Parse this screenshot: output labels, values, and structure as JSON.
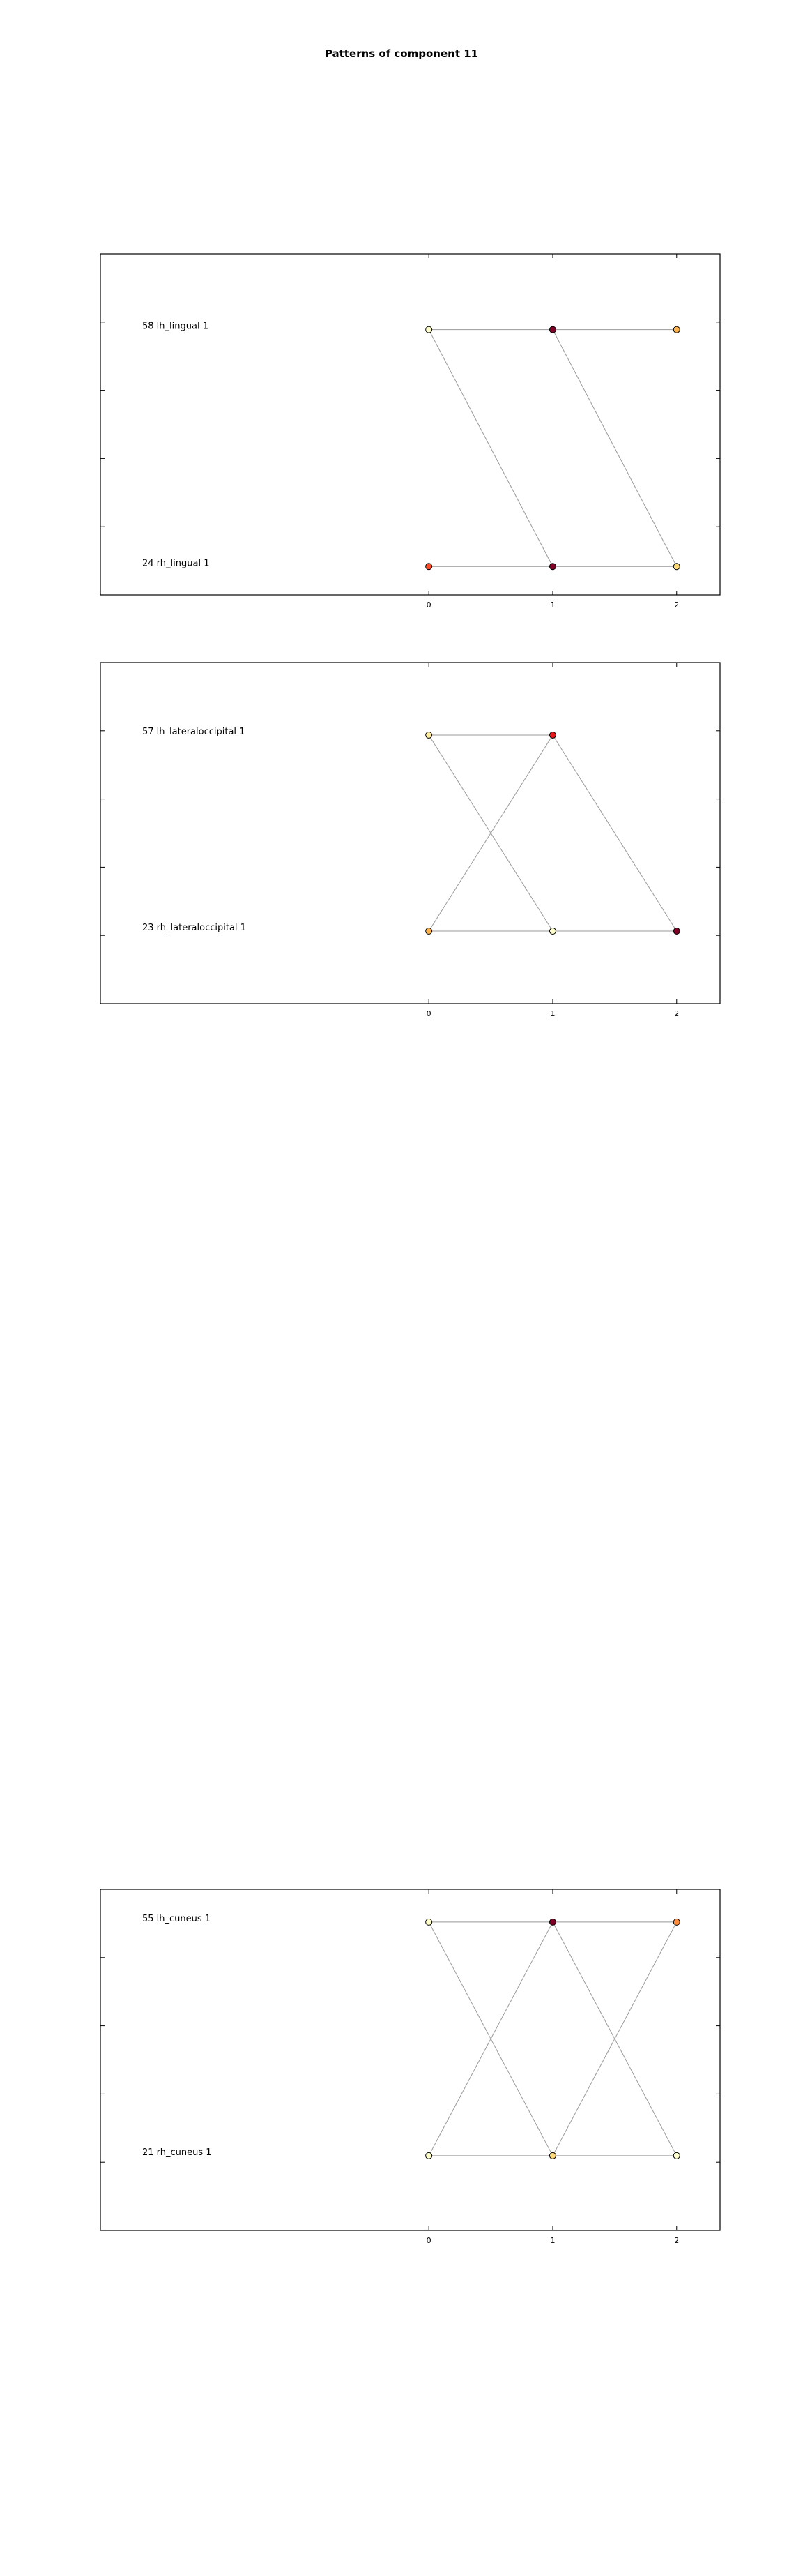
{
  "figure": {
    "title": "Patterns of component 11"
  },
  "colors": {
    "edge": "#999999",
    "frame": "#000000",
    "marker_outline": "#000000",
    "scale": [
      "#ffffcc",
      "#ffeda0",
      "#fed976",
      "#feb24c",
      "#fd8d3c",
      "#fc4e2a",
      "#e31a1c",
      "#bd0026",
      "#800026"
    ]
  },
  "chart_data": [
    {
      "type": "scatter",
      "title": "",
      "x_ticks": [
        0,
        1,
        2
      ],
      "xlim": [
        -2.65,
        2.35
      ],
      "ylim": [
        -0.12,
        1.32
      ],
      "row_labels": [
        "58 lh_lingual 1",
        "24 rh_lingual 1"
      ],
      "points": [
        {
          "x": 0,
          "row": 0,
          "color": "#ffffcc"
        },
        {
          "x": 1,
          "row": 0,
          "color": "#800026"
        },
        {
          "x": 2,
          "row": 0,
          "color": "#feb24c"
        },
        {
          "x": 0,
          "row": 1,
          "color": "#fc4e2a"
        },
        {
          "x": 1,
          "row": 1,
          "color": "#800026"
        },
        {
          "x": 2,
          "row": 1,
          "color": "#fed976"
        }
      ],
      "edges": [
        [
          0,
          1
        ],
        [
          1,
          2
        ],
        [
          3,
          4
        ],
        [
          4,
          5
        ],
        [
          0,
          4
        ],
        [
          1,
          5
        ]
      ]
    },
    {
      "type": "scatter",
      "title": "",
      "x_ticks": [
        0,
        1,
        2
      ],
      "xlim": [
        -2.65,
        2.35
      ],
      "ylim": [
        -0.37,
        1.37
      ],
      "row_labels": [
        "57 lh_lateraloccipital 1",
        "23 rh_lateraloccipital 1"
      ],
      "points": [
        {
          "x": 0,
          "row": 0,
          "color": "#ffeda0"
        },
        {
          "x": 1,
          "row": 0,
          "color": "#e31a1c"
        },
        {
          "x": 0,
          "row": 1,
          "color": "#feb24c"
        },
        {
          "x": 1,
          "row": 1,
          "color": "#ffffcc"
        },
        {
          "x": 2,
          "row": 1,
          "color": "#800026"
        }
      ],
      "edges": [
        [
          0,
          1
        ],
        [
          2,
          3
        ],
        [
          3,
          4
        ],
        [
          0,
          3
        ],
        [
          2,
          1
        ],
        [
          1,
          4
        ]
      ]
    },
    {
      "type": "scatter",
      "title": "",
      "x_ticks": [
        0,
        1,
        2
      ],
      "xlim": [
        -2.65,
        2.35
      ],
      "ylim": [
        -0.32,
        1.14
      ],
      "row_labels": [
        "55 lh_cuneus 1",
        "21 rh_cuneus 1"
      ],
      "points": [
        {
          "x": 0,
          "row": 0,
          "color": "#ffffcc"
        },
        {
          "x": 1,
          "row": 0,
          "color": "#800026"
        },
        {
          "x": 2,
          "row": 0,
          "color": "#fd8d3c"
        },
        {
          "x": 0,
          "row": 1,
          "color": "#ffffcc"
        },
        {
          "x": 1,
          "row": 1,
          "color": "#fed976"
        },
        {
          "x": 2,
          "row": 1,
          "color": "#ffffcc"
        }
      ],
      "edges": [
        [
          0,
          1
        ],
        [
          1,
          2
        ],
        [
          3,
          4
        ],
        [
          4,
          5
        ],
        [
          0,
          4
        ],
        [
          3,
          1
        ],
        [
          1,
          5
        ],
        [
          4,
          2
        ]
      ]
    }
  ]
}
